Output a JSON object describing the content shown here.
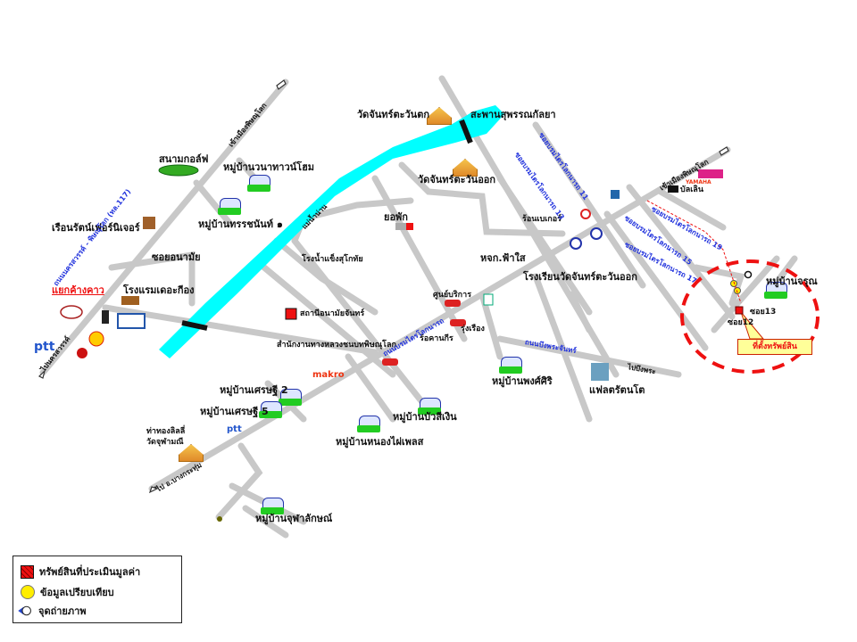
{
  "map": {
    "colors": {
      "road": "#c8c8c8",
      "river": "#00ffff",
      "road_label": "#2233dd",
      "highlight": "#ee1111",
      "callout_fill": "#ffff99"
    },
    "places": {
      "golf_course": "สนามกอล์ฟ",
      "village_wanasawan": "หมู่บ้านวนาทาวน์โฮม",
      "village_chanan": "หมู่บ้านทรรชนันท์ ๑",
      "river_name": "แม่น้ำน่าน",
      "guest_house": "เรือนรัตน์เฟอร์นิเจอร์",
      "soi": "ซอยอนามัย",
      "intersection": "แยกค้างคาว",
      "hotel": "โรงแรมเดอะกีอง",
      "temple_west": "วัดจันทร์ตะวันตก",
      "bridge": "สะพานสุพรรณกัลยา",
      "temple_east": "วัดจันทร์ตะวันออก",
      "police": "ยอพัก",
      "bus_station": "หจก.ฟ้าใส",
      "school": "โรงเรียนวัดจันทร์ตะวันออก",
      "factory": "โรงน้ำแข็งสุโกทัย",
      "clinic": "สถานีอนามัยจันทร์",
      "government": "สำนักงานทางหลวงชนบทพิษณุโลก",
      "makro": "makro",
      "lumber": "รุ่งเรือง",
      "garage": "ร้อคานกีร",
      "service": "ศูนย์บริการ",
      "village_pongsiri": "หมู่บ้านพงศ์ศิริ",
      "apartment": "แฟลตรัตนโต",
      "village_buasil": "หมู่บ้านบัวสีเงิน",
      "village_nongfai": "หมู่บ้านหนองไผ่เพลส",
      "village_setthasiri2": "หมู่บ้านเศรษฐี 2",
      "village_setthasiri5": "หมู่บ้านเศรษฐี 5",
      "shrine": "ท่าทองลิลลี่",
      "temple_south": "วัดจุฬามณี",
      "village_chula": "หมู่บ้านจุฬาลักษณ์",
      "village_east": "หมู่บ้านจรุณ",
      "store": "ร้อนเบเกอร์",
      "dealer": "บัลเลิน",
      "target_soi": "ซอย13",
      "target_soi2": "ซอย12",
      "brand_yamaha": "YAMAHA",
      "brand_ptt": "ptt"
    },
    "roads": {
      "highway_117": "ถนนนครสวรรค์ - พิษณุโลก (ทล.117)",
      "to_phitsanulok": "เข้าเมืองพิษณุโลก",
      "to_nakhon": "ไปนครสวรรค์",
      "to_bangkrathum": "ไป อ.บางกระทุ่ม",
      "to_bangrakam": "ไปบึงพระ",
      "main_east": "ถนนบรมไตรโลกนารถ",
      "bueng_phra": "ถนนบึงพระจันทร์",
      "soi_a": "ซอยบรมไตรโลกนารถ 11",
      "soi_b": "ซอยบรมไตรโลกนารถ 13",
      "soi_c": "ซอยบรมไตรโลกนารถ 15",
      "soi_d": "ซอยบรมไตรโลกนารถ 17",
      "soi_e": "ซอยบรมไตรโลกนารถ 19"
    },
    "callout": "ที่ตั้งทรัพย์สิน"
  },
  "legend": {
    "items": [
      {
        "icon": "red-hatched-square-icon",
        "label": "ทรัพย์สินที่ประเมินมูลค่า"
      },
      {
        "icon": "yellow-circle-icon",
        "label": "ข้อมูลเปรียบเทียบ"
      },
      {
        "icon": "camera-direction-icon",
        "label": "จุดถ่ายภาพ"
      }
    ]
  }
}
